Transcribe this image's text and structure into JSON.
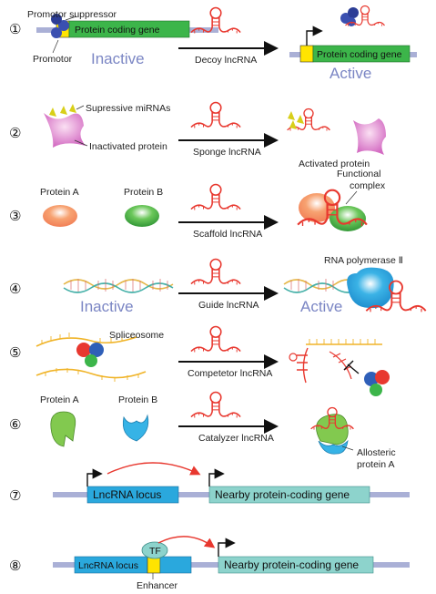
{
  "rows": [
    {
      "num": "①",
      "mech": "Decoy lncRNA",
      "labels": {
        "suppressor": "Promotor suppressor",
        "promotor": "Promotor",
        "gene_left": "Protein coding gene",
        "gene_right": "Protein coding gene",
        "inactive": "Inactive",
        "active": "Active"
      }
    },
    {
      "num": "②",
      "mech": "Sponge lncRNA",
      "labels": {
        "mirnas": "Supressive miRNAs",
        "inactivated": "Inactivated protein",
        "activated": "Activated protein"
      }
    },
    {
      "num": "③",
      "mech": "Scaffold lncRNA",
      "labels": {
        "protein_a": "Protein A",
        "protein_b": "Protein B",
        "functional": "Functional",
        "complex": "complex"
      }
    },
    {
      "num": "④",
      "mech": "Guide lncRNA",
      "labels": {
        "inactive": "Inactive",
        "active": "Active",
        "polymerase": "RNA polymerase Ⅱ"
      }
    },
    {
      "num": "⑤",
      "mech": "Competetor lncRNA",
      "labels": {
        "spliceosome": "Spliceosome"
      }
    },
    {
      "num": "⑥",
      "mech": "Catalyzer lncRNA",
      "labels": {
        "protein_a": "Protein A",
        "protein_b": "Protein B",
        "allosteric": "Allosteric",
        "protein_a2": "protein A"
      }
    },
    {
      "num": "⑦",
      "labels": {
        "locus": "LncRNA locus",
        "nearby": "Nearby protein-coding gene"
      }
    },
    {
      "num": "⑧",
      "labels": {
        "locus": "LncRNA locus",
        "tf": "TF",
        "nearby": "Nearby protein-coding gene",
        "enhancer": "Enhancer"
      }
    }
  ],
  "colors": {
    "accent_blue": "#2aa8dd",
    "gene_green": "#3cb54a",
    "promotor_yellow": "#ffe400",
    "rna_red": "#e8382f",
    "track": "#aab0d6",
    "teal_box": "#8dd3cc",
    "state_text": "#7b86c4"
  }
}
